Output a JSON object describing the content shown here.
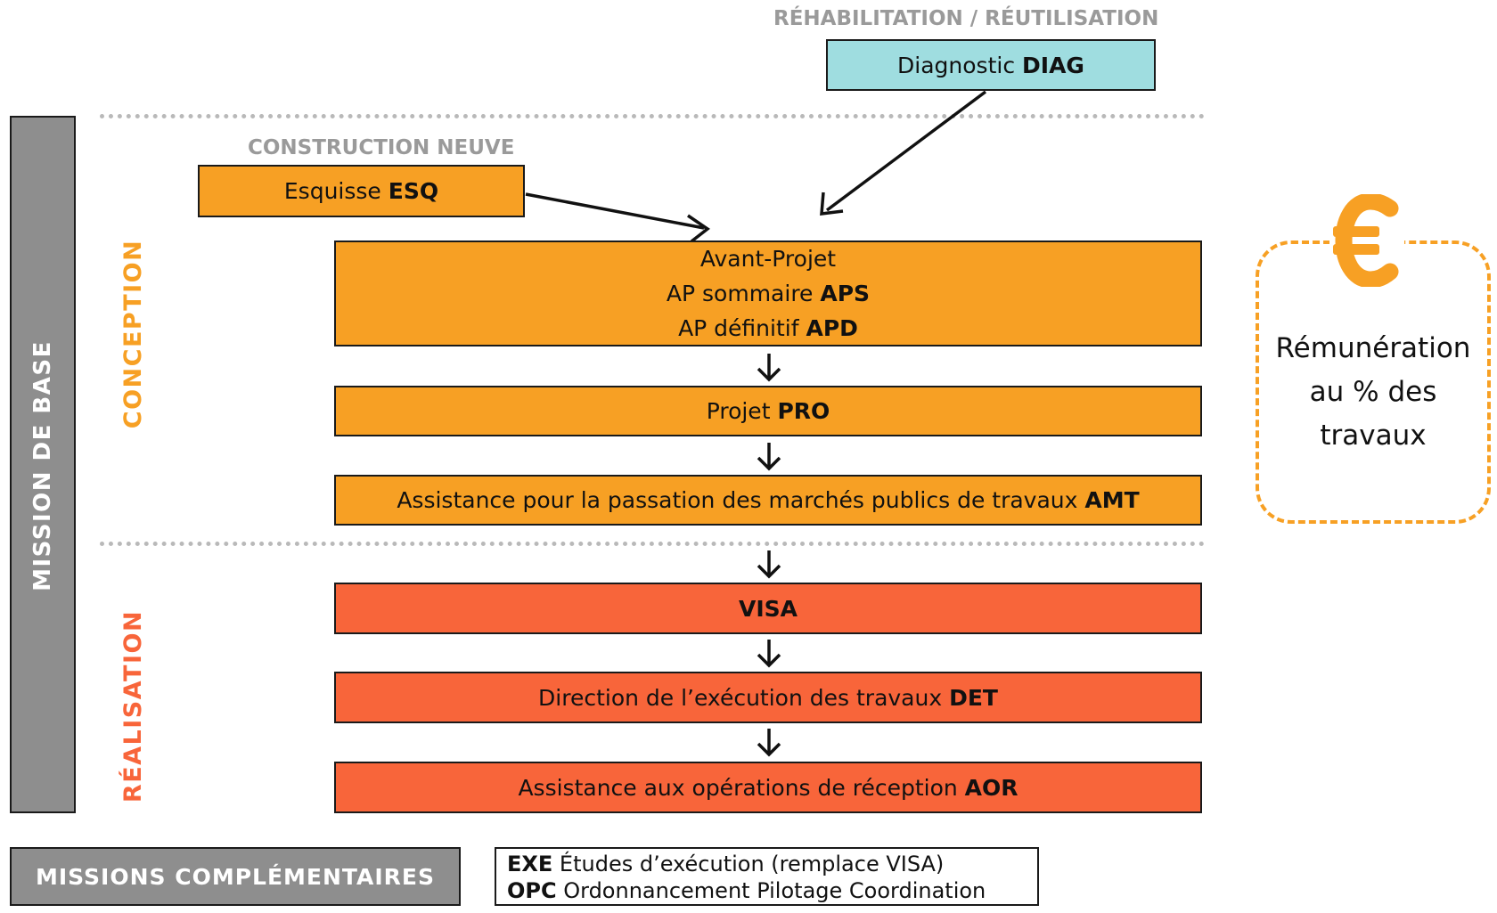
{
  "labels": {
    "rehabilitation": "RÉHABILITATION / RÉUTILISATION",
    "construction_neuve": "CONSTRUCTION NEUVE",
    "mission_de_base": "MISSION DE BASE",
    "conception": "CONCEPTION",
    "realisation": "RÉALISATION"
  },
  "boxes": {
    "diag": {
      "text": "Diagnostic ",
      "code": "DIAG"
    },
    "esq": {
      "text": "Esquisse ",
      "code": "ESQ"
    },
    "avant_projet": {
      "line1": "Avant-Projet",
      "line2_text": "AP sommaire ",
      "line2_code": "APS",
      "line3_text": "AP définitif ",
      "line3_code": "APD"
    },
    "pro": {
      "text": "Projet ",
      "code": "PRO"
    },
    "amt": {
      "text": "Assistance pour la passation des marchés publics de travaux ",
      "code": "AMT"
    },
    "visa": {
      "code": "VISA"
    },
    "det": {
      "text": "Direction de l’exécution des travaux ",
      "code": "DET"
    },
    "aor": {
      "text": "Assistance aux opérations de réception ",
      "code": "AOR"
    }
  },
  "remuneration": {
    "line1": "Rémunération",
    "line2": "au % des",
    "line3": "travaux",
    "icon": "euro-icon"
  },
  "complementaires": {
    "title": "MISSIONS COMPLÉMENTAIRES",
    "exe_code": "EXE",
    "exe_text": " Études d’exécution (remplace VISA)",
    "opc_code": "OPC",
    "opc_text": " Ordonnancement Pilotage Coordination"
  },
  "colors": {
    "orange": "#f7a024",
    "red": "#f8653a",
    "blue": "#9fdde0",
    "gray": "#8e8e8e",
    "label_gray": "#9a9a9a"
  }
}
